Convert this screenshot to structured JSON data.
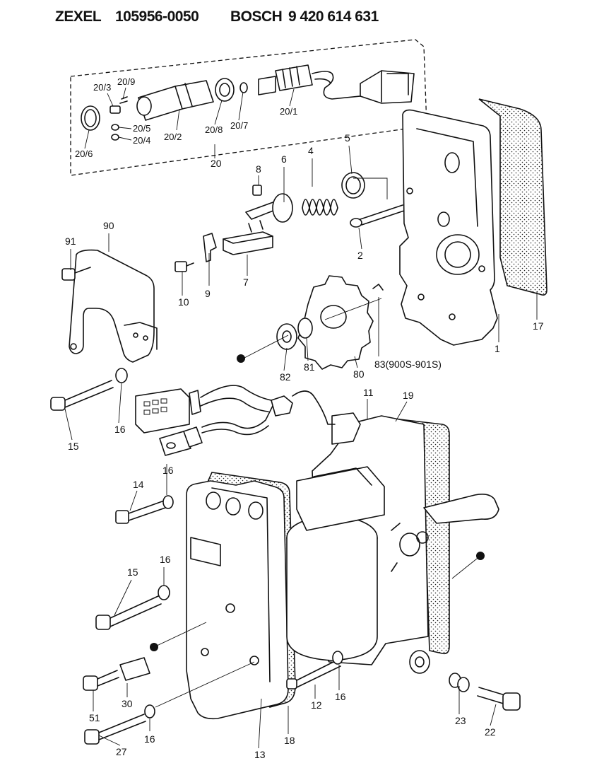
{
  "header": {
    "brand_1": "ZEXEL",
    "part_number_1": "105956-0050",
    "brand_2": "BOSCH",
    "part_number_2": "9 420 614 631"
  },
  "labels": {
    "l20_3": "20/3",
    "l20_9": "20/9",
    "l20_5": "20/5",
    "l20_4": "20/4",
    "l20_6": "20/6",
    "l20_2": "20/2",
    "l20_8": "20/8",
    "l20_7": "20/7",
    "l20_1": "20/1",
    "l20": "20",
    "l8": "8",
    "l6": "6",
    "l4": "4",
    "l5": "5",
    "l2": "2",
    "l90": "90",
    "l91": "91",
    "l10": "10",
    "l9": "9",
    "l7": "7",
    "l17": "17",
    "l1": "1",
    "l83": "83(900S-901S)",
    "l82": "82",
    "l81": "81",
    "l80": "80",
    "l15a": "15",
    "l16a": "16",
    "l11": "11",
    "l19": "19",
    "l16b": "16",
    "l14": "14",
    "l15b": "15",
    "l16c": "16",
    "l51": "51",
    "l30": "30",
    "l12": "12",
    "l16d": "16",
    "l23": "23",
    "l22": "22",
    "l27": "27",
    "l16e": "16",
    "l13": "13",
    "l18": "18"
  }
}
